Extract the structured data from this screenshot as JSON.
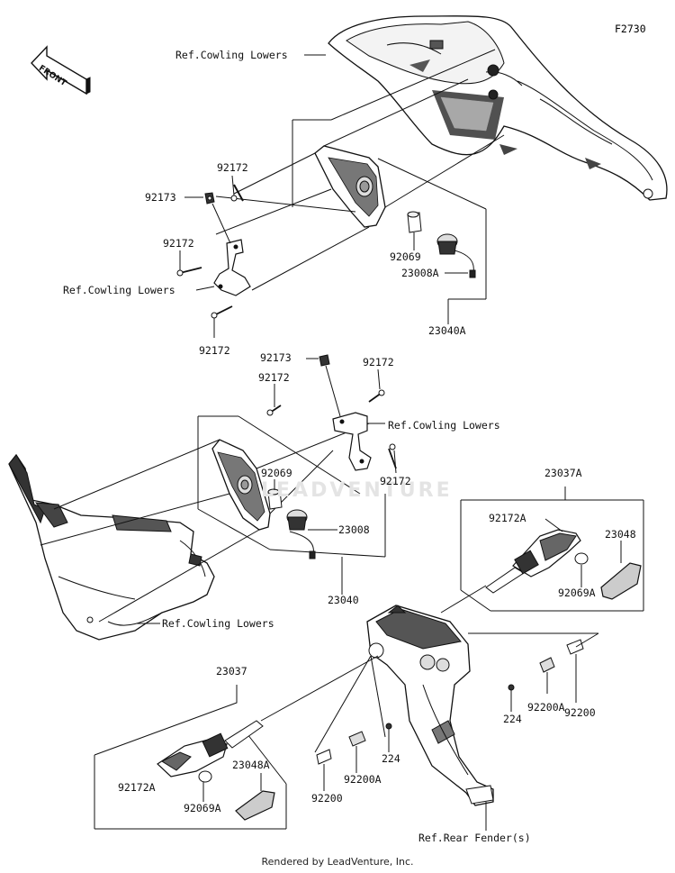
{
  "figure_code": "F2730",
  "front_badge": "FRONT",
  "watermark": "LEADVENTURE",
  "footer": "Rendered by LeadVenture, Inc.",
  "labels": {
    "ref_cowling_lowers": "Ref.Cowling Lowers",
    "ref_rear_fender": "Ref.Rear Fender(s)",
    "p92172": "92172",
    "p92173": "92173",
    "p92069": "92069",
    "p23008A": "23008A",
    "p23040A": "23040A",
    "p23008": "23008",
    "p23040": "23040",
    "p23037A": "23037A",
    "p92172A": "92172A",
    "p23048": "23048",
    "p92069A": "92069A",
    "p23037": "23037",
    "p23048A": "23048A",
    "p224": "224",
    "p92200": "92200",
    "p92200A": "92200A"
  }
}
